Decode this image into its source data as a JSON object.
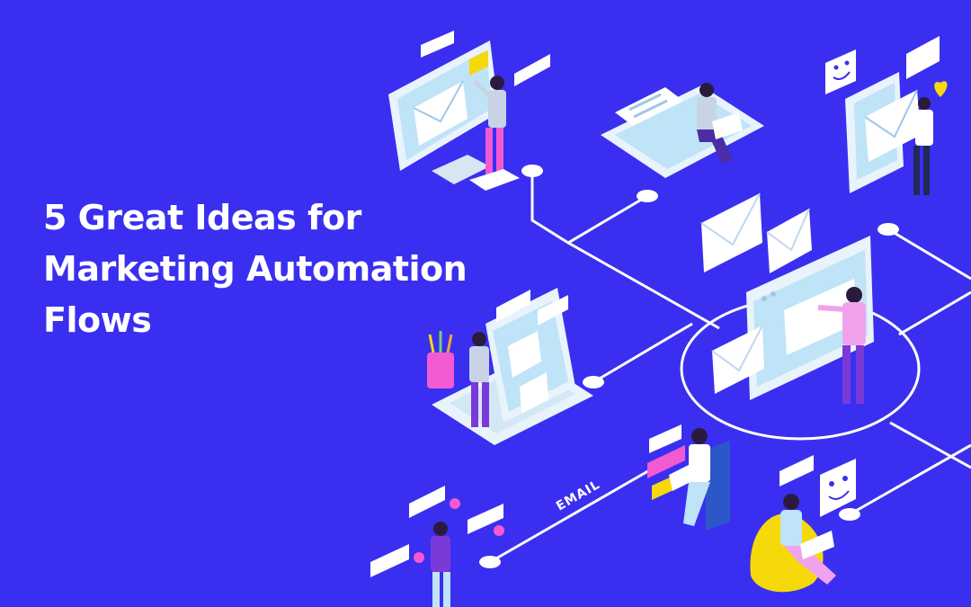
{
  "headline": {
    "line1": "5 Great Ideas for",
    "line2": "Marketing Automation",
    "line3": "Flows"
  },
  "illustration": {
    "email_label": "EMAIL"
  },
  "colors": {
    "background": "#3a2ff0",
    "text": "#ffffff",
    "device_screen": "#bfe3f7",
    "device_frame": "#e8f3fb",
    "accent_pink": "#f25ad1",
    "accent_yellow": "#f5d90a",
    "person_shirt": "#c9d3e6",
    "person_pants": "#7a3ad8"
  }
}
